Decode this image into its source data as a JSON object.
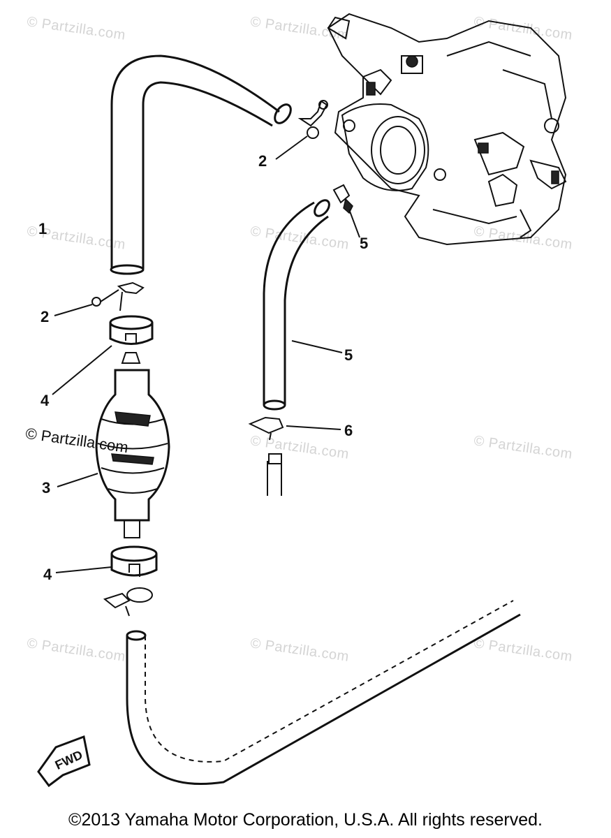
{
  "watermark": {
    "text": "© Partzilla.com",
    "prominent_text": "© Partzilla.com",
    "color": "#d4d4d4"
  },
  "callouts": [
    {
      "id": "1",
      "label": "1"
    },
    {
      "id": "2-top",
      "label": "2"
    },
    {
      "id": "2-left",
      "label": "2"
    },
    {
      "id": "3",
      "label": "3"
    },
    {
      "id": "4-upper",
      "label": "4"
    },
    {
      "id": "4-lower",
      "label": "4"
    },
    {
      "id": "5-upper",
      "label": "5"
    },
    {
      "id": "5-mid",
      "label": "5"
    },
    {
      "id": "6",
      "label": "6"
    }
  ],
  "fwd_icon": {
    "label": "FWD"
  },
  "copyright": "©2013 Yamaha Motor Corporation, U.S.A. All rights reserved."
}
